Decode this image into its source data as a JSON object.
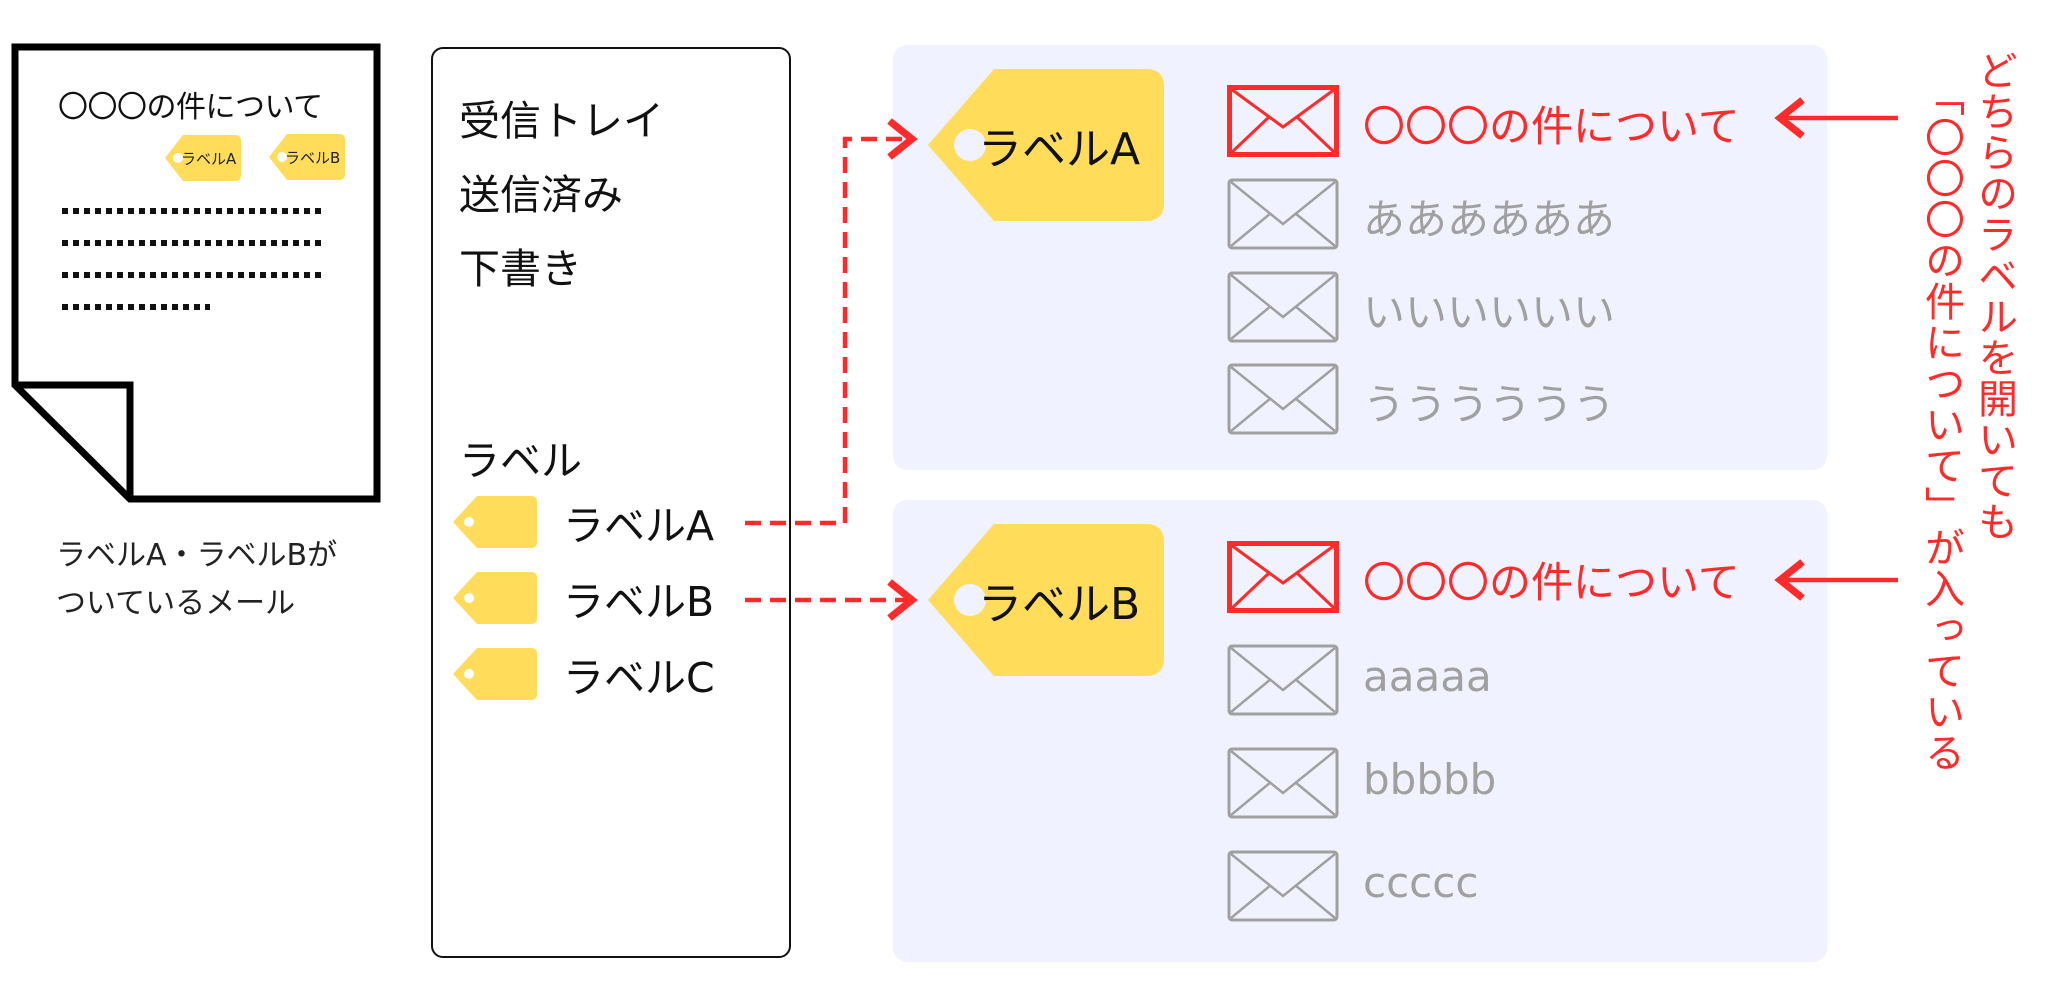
{
  "colors": {
    "tag_yellow": "#ffdc5a",
    "accent_red": "#ff2a2a",
    "panel_bg": "#f0f3ff",
    "muted_gray": "#a0a0a0",
    "ink": "#111111"
  },
  "document": {
    "subject": "〇〇〇の件について",
    "tags": [
      "ラベルA",
      "ラベルB"
    ],
    "body_placeholder_lines": 4,
    "caption_line1": "ラベルA・ラベルBが",
    "caption_line2": "ついているメール"
  },
  "sidebar": {
    "folders": [
      {
        "label": "受信トレイ"
      },
      {
        "label": "送信済み"
      },
      {
        "label": "下書き"
      }
    ],
    "labels_heading": "ラベル",
    "labels": [
      {
        "label": "ラベルA"
      },
      {
        "label": "ラベルB"
      },
      {
        "label": "ラベルC"
      }
    ]
  },
  "panels": [
    {
      "tag": "ラベルA",
      "mails": [
        {
          "subject": "〇〇〇の件について",
          "highlight": true
        },
        {
          "subject": "ああああああ",
          "highlight": false
        },
        {
          "subject": "いいいいいい",
          "highlight": false
        },
        {
          "subject": "うううううう",
          "highlight": false
        }
      ]
    },
    {
      "tag": "ラベルB",
      "mails": [
        {
          "subject": "〇〇〇の件について",
          "highlight": true
        },
        {
          "subject": "aaaaa",
          "highlight": false
        },
        {
          "subject": "bbbbb",
          "highlight": false
        },
        {
          "subject": "ccccc",
          "highlight": false
        }
      ]
    }
  ],
  "annotation": {
    "line1": "どちらのラベルを開いても",
    "line2": "「〇〇〇の件について」が入っている"
  }
}
